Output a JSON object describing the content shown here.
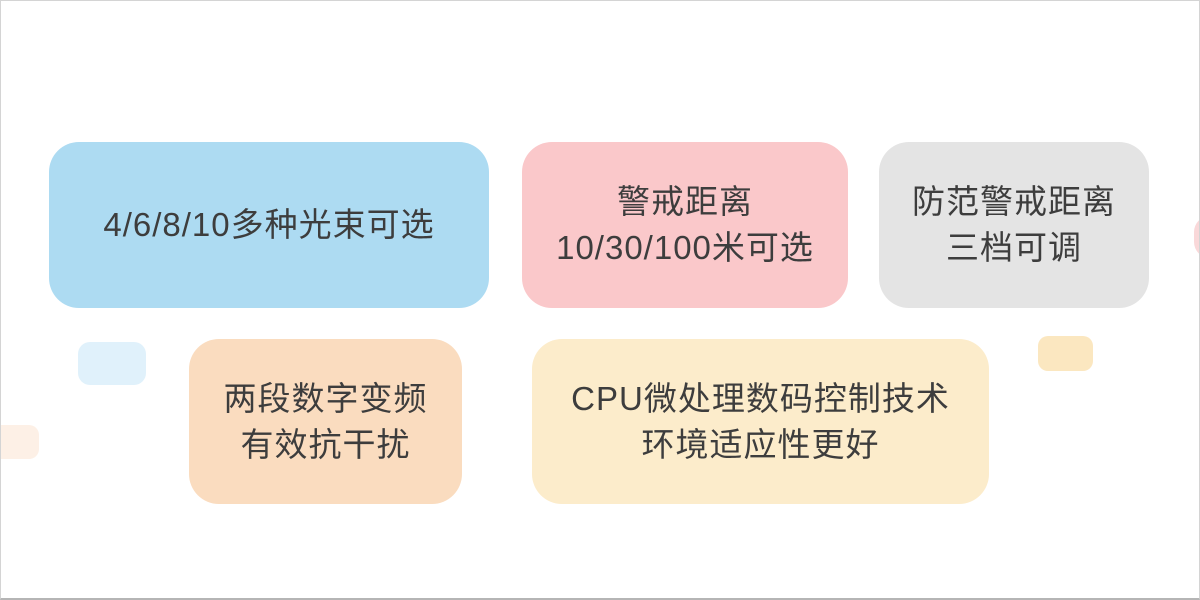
{
  "canvas": {
    "background": "#ffffff",
    "border_color": "#c9c9c9",
    "text_color": "#3d3d3d"
  },
  "cards": [
    {
      "name": "beam-options",
      "line1": "4/6/8/10多种光束可选",
      "bg": "#addbf2"
    },
    {
      "name": "alert-distance",
      "line1": "警戒距离",
      "line2": "10/30/100米可选",
      "bg": "#fac8ca"
    },
    {
      "name": "guard-distance",
      "line1": "防范警戒距离",
      "line2": "三档可调",
      "bg": "#e4e4e4"
    },
    {
      "name": "digital-frequency",
      "line1": "两段数字变频",
      "line2": "有效抗干扰",
      "bg": "#fadcbf"
    },
    {
      "name": "cpu-control",
      "line1": "CPU微处理数码控制技术",
      "line2": "环境适应性更好",
      "bg": "#fceccb"
    }
  ],
  "decorations": [
    {
      "name": "small-blue-rect",
      "color": "#e0f1fb"
    },
    {
      "name": "small-yellow-rect",
      "color": "#fbe7c0"
    },
    {
      "name": "left-edge-peach-rect",
      "color": "#fdf0e6"
    },
    {
      "name": "right-edge-pink-rect",
      "color": "#f9d8d9"
    }
  ]
}
